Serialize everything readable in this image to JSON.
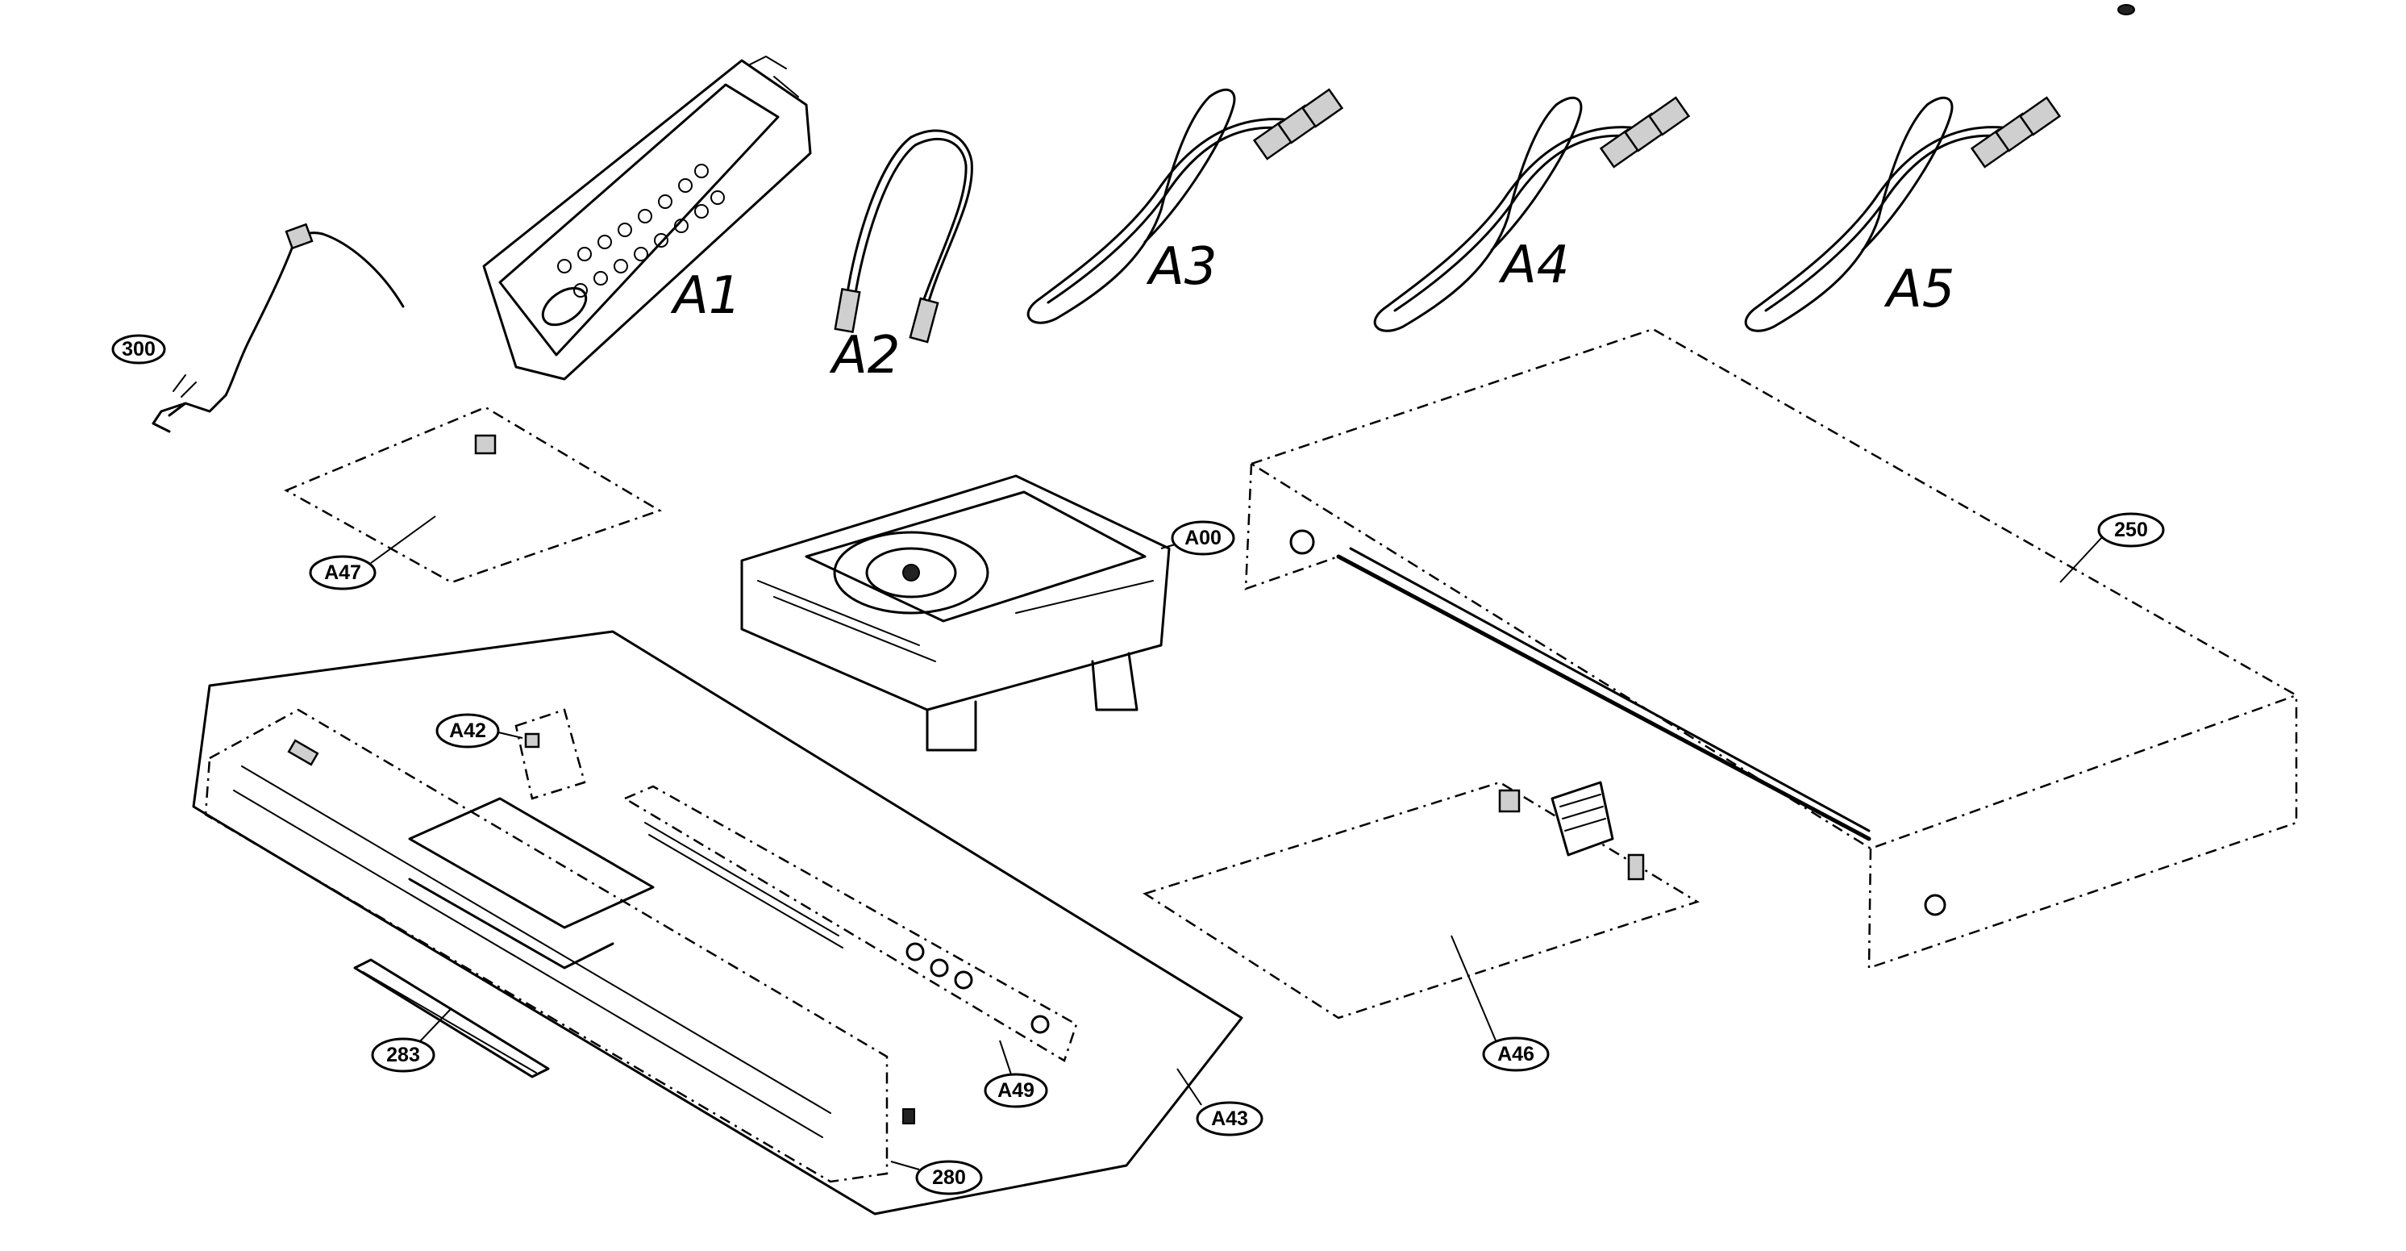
{
  "accessories": {
    "a1": "A1",
    "a2": "A2",
    "a3": "A3",
    "a4": "A4",
    "a5": "A5"
  },
  "callouts": {
    "power_cord": "300",
    "sub_board": "A47",
    "loader": "A00",
    "cabinet": "250",
    "switch_board": "A42",
    "front_board": "A49",
    "front_panel_assy": "A43",
    "front_panel": "280",
    "window": "283",
    "main_board": "A46"
  }
}
